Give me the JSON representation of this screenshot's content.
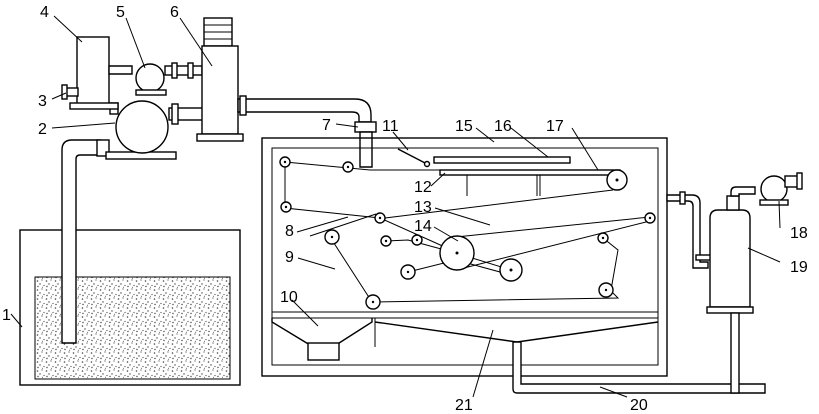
{
  "labels": {
    "l1": "1",
    "l2": "2",
    "l3": "3",
    "l4": "4",
    "l5": "5",
    "l6": "6",
    "l7": "7",
    "l8": "8",
    "l9": "9",
    "l10": "10",
    "l11": "11",
    "l12": "12",
    "l13": "13",
    "l14": "14",
    "l15": "15",
    "l16": "16",
    "l17": "17",
    "l18": "18",
    "l19": "19",
    "l20": "20",
    "l21": "21"
  },
  "colors": {
    "line": "#000000",
    "background": "#ffffff",
    "speckle": "#555555"
  }
}
